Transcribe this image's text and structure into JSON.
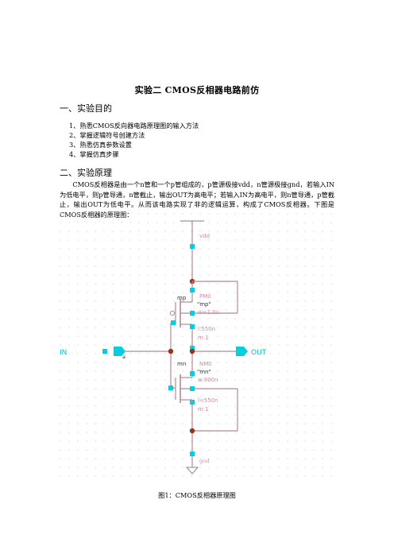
{
  "title": "实验二  CMOS反相器电路前仿",
  "section1": {
    "heading": "一、实验目的",
    "items": [
      "1、熟悉CMOS反向器电路原理图的输入方法",
      "2、掌握逻辑符号创建方法",
      "3、熟悉仿真参数设置",
      "4、掌握仿真步骤"
    ]
  },
  "section2": {
    "heading": "二、实验原理",
    "paragraph": "CMOS反相器是由一个n管和一个p管组成的，p管源极接vdd，n管源极接gnd，若输入IN为低电平，则p管导通，n管截止，输出OUT为高电平；若输入IN为高电平，则n管导通，p管截止，输出OUT为低电平。从而该电路实现了非的逻辑运算，构成了CMOS反相器。下图是CMOS反相器的原理图："
  },
  "schematic": {
    "vdd_label": "vdd",
    "gnd_label": "gnd",
    "in_label": "IN",
    "out_label": "OUT",
    "net_label": "a",
    "pmos": {
      "inst": "mp",
      "model": "PM0",
      "name": "\"mp\"",
      "w": "w=1.0u",
      "l": "l:550n",
      "m": "m:1"
    },
    "nmos": {
      "inst": "mn",
      "model": "NM0",
      "name": "\"mn\"",
      "w": "w:800n",
      "l": "l=550n",
      "m": "m:1"
    },
    "colors": {
      "wire": "#b08a9a",
      "pin": "#00d0e0",
      "dot": "#9a3412",
      "text_grey": "#333333",
      "text_pink": "#d08aa8",
      "grid": "#c8c8c8",
      "gnd": "#8a8a8a"
    }
  },
  "caption": "图1：CMOS反相器原理图"
}
